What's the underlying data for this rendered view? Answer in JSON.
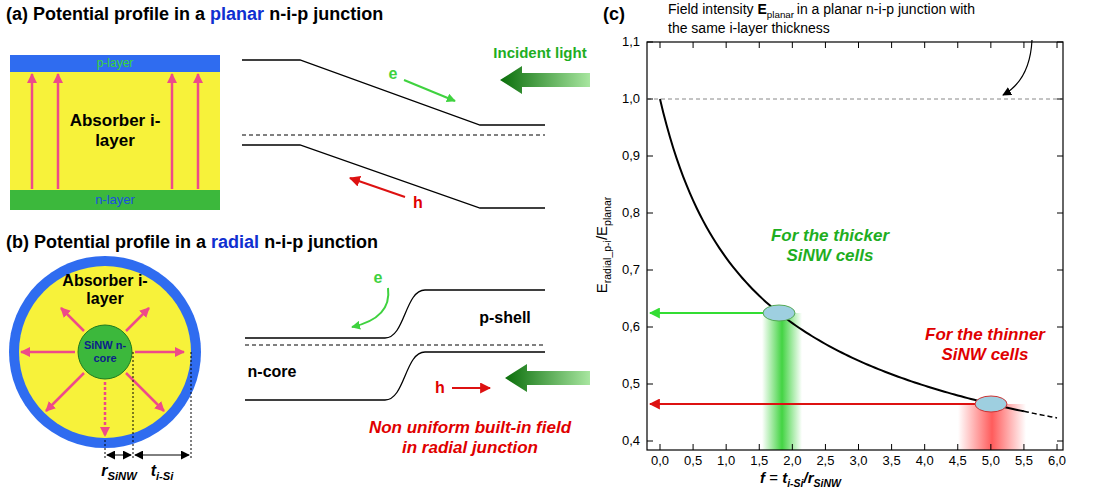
{
  "diagram": {
    "nodes": [
      {
        "text": [
          "p-layer"
        ]
      },
      {
        "text": [
          "Absorber i-layer"
        ]
      },
      {
        "text": [
          "n-layer"
        ]
      },
      {
        "text": [
          "Absorber i-layer"
        ]
      },
      {
        "text": [
          "SiNW n-core"
        ],
        "in": 3
      }
    ],
    "labels": [
      "(a)",
      "Potential profile in a",
      "planar",
      "n-i-p junction",
      "Incident light",
      "e",
      "h",
      "(b)",
      "Potential profile in a",
      "radial",
      "n-i-p junction",
      "r",
      "SiNW",
      "t",
      "i-Si",
      "p-shell",
      "n-core",
      "e",
      "h",
      "Non uniform built-in field in radial junction",
      "(c)",
      "Field intensity",
      "E",
      "planar",
      "in a planar n-i-p junction with the same i-layer thickness",
      "For the thicker SiNW cells",
      "For the thinner SiNW cells",
      "E",
      "radial_p-i",
      "/E",
      "planar",
      "f",
      "=",
      "t",
      "i-Si",
      "/r",
      "SiNW",
      "0,4",
      "0,5",
      "0,6",
      "0,7",
      "0,8",
      "0,9",
      "1,0",
      "1,1",
      "0,0",
      "0,5",
      "1,0",
      "1,5",
      "2,0",
      "2,5",
      "3,0",
      "3,5",
      "4,0",
      "4,5",
      "5,0",
      "5,5",
      "6,0"
    ]
  }
}
